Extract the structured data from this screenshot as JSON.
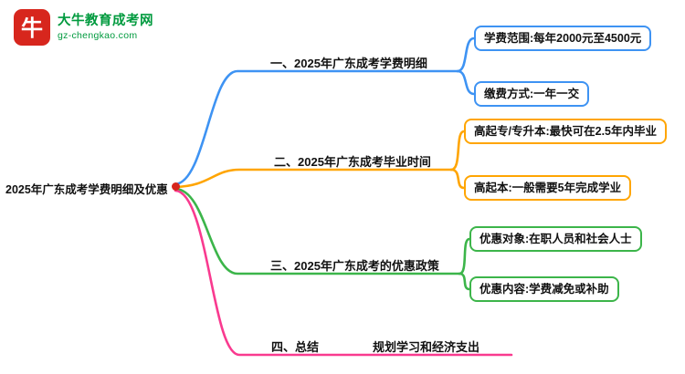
{
  "canvas": {
    "background": "#ffffff"
  },
  "logo": {
    "site_name": "大牛教育成考网",
    "site_url": "gz-chengkao.com",
    "icon_glyph": "牛",
    "icon_color": "#d7261d",
    "text_color": "#009a3e"
  },
  "root": {
    "label": "2025年广东成考学费明细及优惠",
    "anchor_color": "#d7261d"
  },
  "branches": [
    {
      "label": "一、2025年广东成考学费明细",
      "color": "#3e93f3",
      "children": [
        "学费范围:每年2000元至4500元",
        "缴费方式:一年一交"
      ]
    },
    {
      "label": "二、2025年广东成考毕业时间",
      "color": "#ffa502",
      "children": [
        "高起专/专升本:最快可在2.5年内毕业",
        "高起本:一般需要5年完成学业"
      ]
    },
    {
      "label": "三、2025年广东成考的优惠政策",
      "color": "#3cb54a",
      "children": [
        "优惠对象:在职人员和社会人士",
        "优惠内容:学费减免或补助"
      ]
    },
    {
      "label": "四、总结",
      "color": "#f93a8f",
      "children": [
        "规划学习和经济支出"
      ]
    }
  ]
}
